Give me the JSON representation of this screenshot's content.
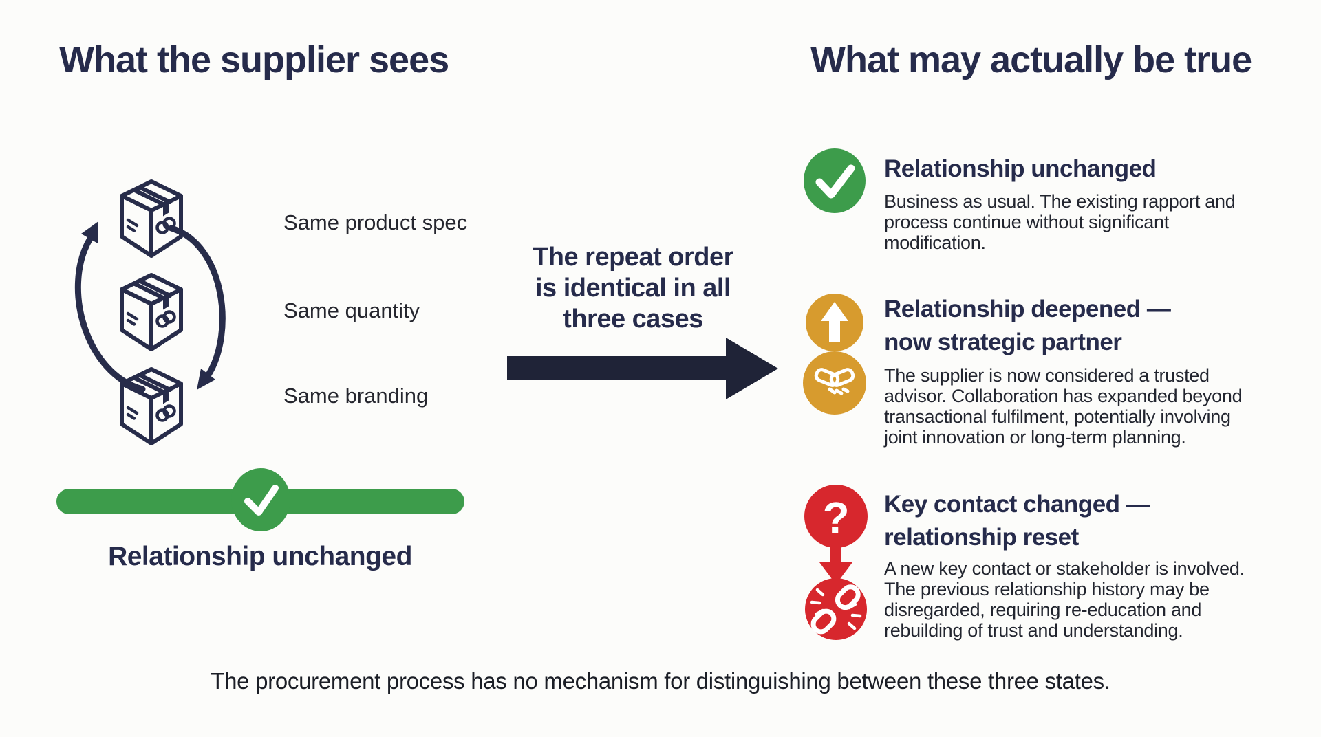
{
  "colors": {
    "navy": "#262b4b",
    "text": "#22252f",
    "green": "#3d9c4b",
    "amber": "#d79b2e",
    "red": "#d7272d",
    "arrow": "#1f2337",
    "background": "#fcfcfa"
  },
  "glyphs": {
    "question_mark": "?"
  },
  "left_panel": {
    "heading": "What the supplier sees",
    "cycle_icons": [
      "box-icon",
      "box-icon",
      "box-icon",
      "cycle-arrows-icon"
    ],
    "cycle_labels": [
      "Same product spec",
      "Same quantity",
      "Same branding"
    ],
    "status": {
      "icon": "check-icon",
      "label": "Relationship unchanged"
    }
  },
  "middle": {
    "icon": "right-arrow-icon",
    "text_lines": [
      "The repeat order",
      "is identical in all",
      "three cases"
    ]
  },
  "right_panel": {
    "heading": "What may actually be true",
    "items": [
      {
        "icons": [
          "check-icon"
        ],
        "accent_color": "#3d9c4b",
        "title_lines": [
          "Relationship unchanged"
        ],
        "body_lines": [
          "Business as usual. The existing rapport and",
          "process continue without significant",
          "modification."
        ]
      },
      {
        "icons": [
          "up-arrow-icon",
          "handshake-icon"
        ],
        "accent_color": "#d79b2e",
        "title_lines": [
          "Relationship deepened —",
          "now strategic partner"
        ],
        "body_lines": [
          "The supplier is now considered a trusted",
          "advisor. Collaboration has expanded beyond",
          "transactional fulfilment, potentially involving",
          "joint innovation or long-term planning."
        ]
      },
      {
        "icons": [
          "question-icon",
          "down-arrow-icon",
          "broken-link-icon"
        ],
        "accent_color": "#d7272d",
        "title_lines": [
          "Key contact changed —",
          "relationship reset"
        ],
        "body_lines": [
          "A new key contact or stakeholder is involved.",
          "The previous relationship history may be",
          "disregarded, requiring re-education and",
          "rebuilding of trust and understanding."
        ]
      }
    ]
  },
  "footer": {
    "caption": "The procurement process has no mechanism for distinguishing between these three states."
  }
}
